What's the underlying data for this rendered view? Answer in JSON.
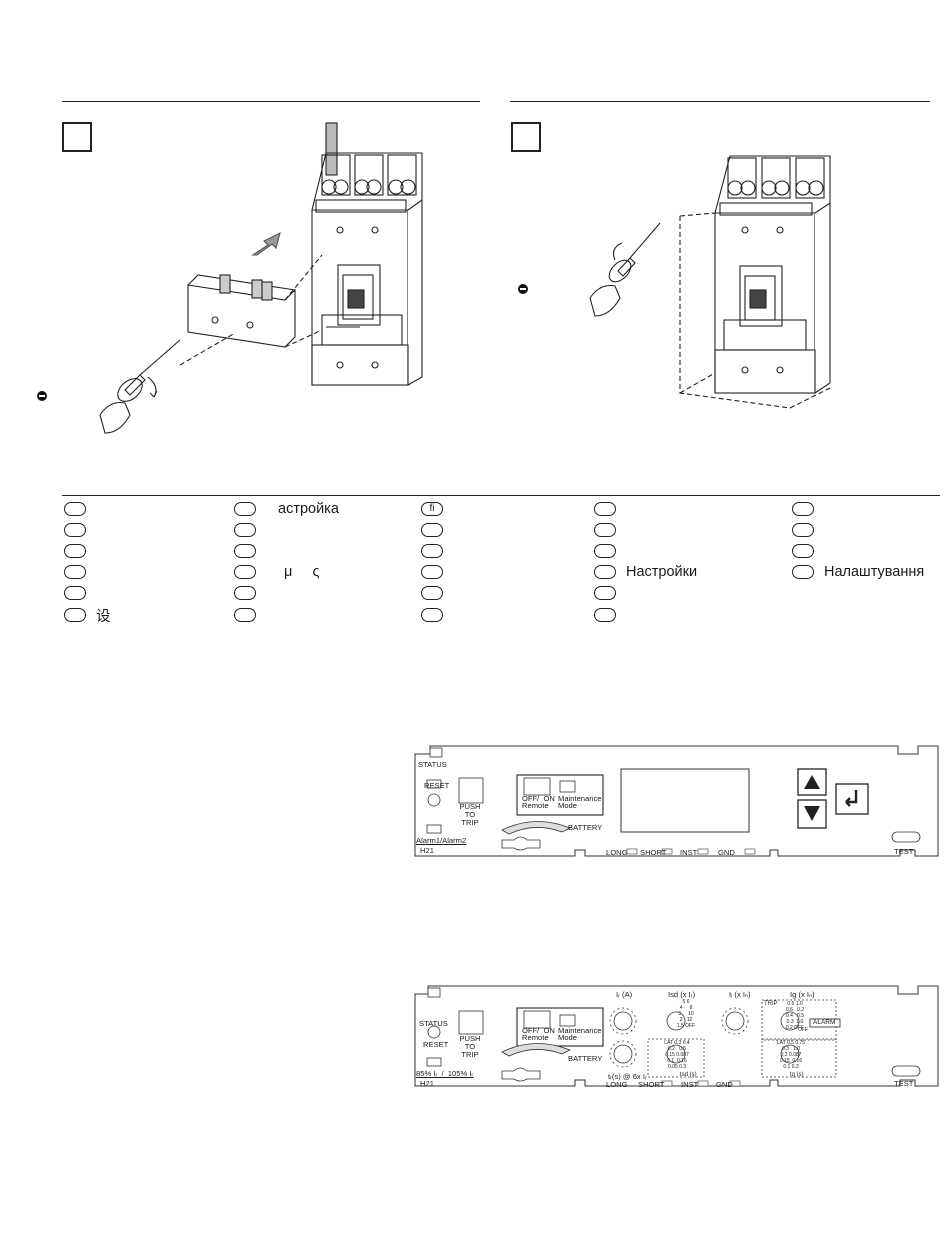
{
  "steps": {
    "left_number": "",
    "right_number": ""
  },
  "icons": {
    "left_minus": "minus-circle-icon",
    "right_minus": "minus-circle-icon",
    "arrow": "up-right-arrow-icon",
    "screwdriver": "screwdriver-icon"
  },
  "languages": {
    "col1": [
      "",
      "",
      "",
      "",
      "",
      "设"
    ],
    "col2": [
      "астройка",
      "",
      "",
      "μ     ς",
      "",
      ""
    ],
    "col3": [
      "fi",
      "",
      "",
      "",
      "",
      ""
    ],
    "col4": [
      "",
      "",
      "",
      "Настройки",
      "",
      ""
    ],
    "col5": [
      "",
      "",
      "",
      "Налаштування"
    ]
  },
  "panel1": {
    "status": "STATUS",
    "reset": "RESET",
    "push_to_trip": [
      "PUSH",
      "TO",
      "TRIP"
    ],
    "off_on": "OFF/  ON",
    "remote": "Remote",
    "maintenance": "Maintenance",
    "mode": "Mode",
    "battery": "BATTERY",
    "alarm": "Alarm1/Alarm2",
    "h21": "H21",
    "long": "LONG",
    "short": "SHORT",
    "inst": "INST",
    "gnd": "GND",
    "test": "TEST"
  },
  "panel2": {
    "status": "STATUS",
    "reset": "RESET",
    "push_to_trip": [
      "PUSH",
      "TO",
      "TRIP"
    ],
    "off_on": "OFF/  ON",
    "remote": "Remote",
    "maintenance": "Maintenance",
    "mode": "Mode",
    "battery": "BATTERY",
    "pct": "85% Iᵣ  /  105% Iᵣ",
    "h21": "H21",
    "long": "LONG",
    "short": "SHORT",
    "inst": "INST",
    "gnd": "GND",
    "test": "TEST",
    "ir_label": "Iᵣ (A)",
    "isd_label": "Isd (x Iᵣ)",
    "ii_label": "Iᵢ (x Iₙ)",
    "ig_label": "Ig (x Iₙ)",
    "tr_label": "tᵣ(s) @ 6x Iᵣ",
    "tsd_label": "tsd (s)",
    "tg_label": "tg (s)",
    "trip": "TRIP",
    "alarm": "ALARM",
    "off": "OFF",
    "isd_scale": [
      "5",
      "6",
      "4",
      "8",
      "3",
      "10",
      "2",
      "12",
      "1.5",
      "OFF"
    ],
    "tsd_scale": [
      "LAT",
      "0.3",
      "0.4",
      "0.2",
      "0.5",
      "0.15",
      "0.087",
      "0.1",
      "0.16",
      "0.05",
      "0.3"
    ],
    "ig_scale": [
      "0.5",
      "1.0",
      "0.6",
      "0.2",
      "0.4",
      "0.5",
      "0.3",
      "1.0",
      "0.2",
      "OFF"
    ],
    "tg_scale": [
      "LAT",
      "0.5",
      "0.75",
      "0.3",
      "1.0",
      "0.2",
      "0.087",
      "0.15",
      "0.16",
      "0.1",
      "0.3"
    ]
  }
}
